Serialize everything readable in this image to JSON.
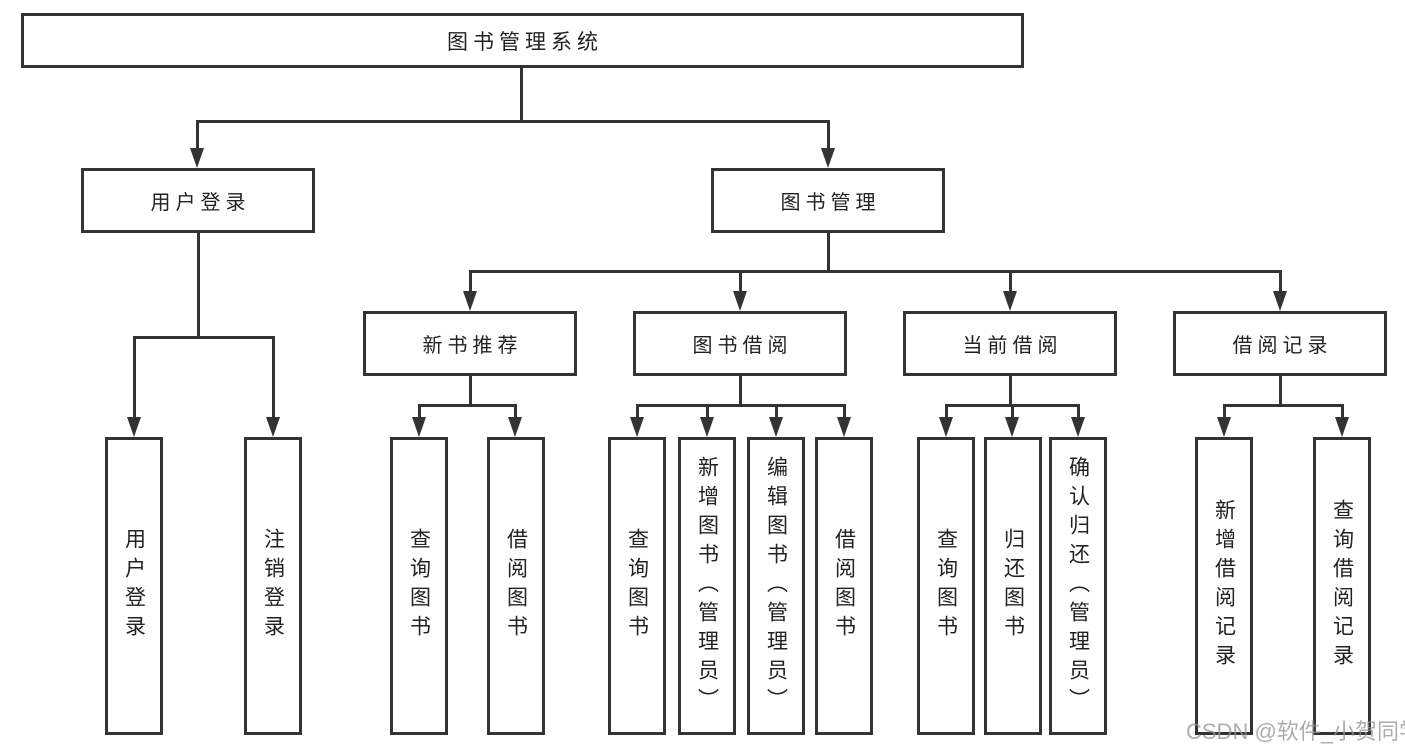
{
  "nodes": {
    "root": "图书管理系统",
    "level2": {
      "user_login": "用户登录",
      "book_management": "图书管理"
    },
    "level3": {
      "new_book_recommend": "新书推荐",
      "book_borrowing": "图书借阅",
      "current_borrowing": "当前借阅",
      "borrowing_records": "借阅记录"
    },
    "leaves": {
      "user_login_leaf": "用户登录",
      "logout": "注销登录",
      "query_books_1": "查询图书",
      "borrow_books_1": "借阅图书",
      "query_books_2": "查询图书",
      "add_books_admin": "新增图书（管理员）",
      "edit_books_admin": "编辑图书（管理员）",
      "borrow_books_2": "借阅图书",
      "query_books_3": "查询图书",
      "return_books": "归还图书",
      "confirm_return_admin": "确认归还（管理员）",
      "add_borrow_record": "新增借阅记录",
      "query_borrow_record": "查询借阅记录"
    }
  },
  "watermark": "CSDN @软件_小贺同学",
  "colors": {
    "line": "#333333",
    "text": "#222222",
    "background": "#ffffff",
    "watermark": "#969696"
  }
}
